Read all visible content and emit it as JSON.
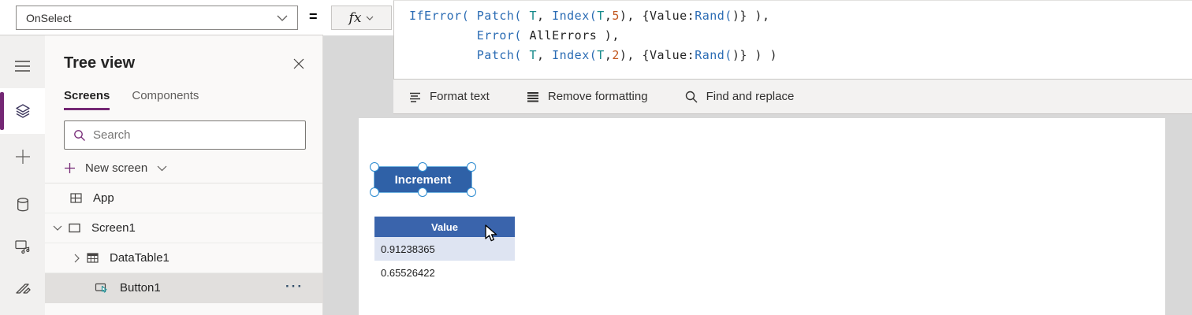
{
  "topbar": {
    "property": "OnSelect",
    "equals": "=",
    "fx_label": "fx"
  },
  "formula": {
    "lines": [
      [
        {
          "t": "IfError(",
          "c": "fn"
        },
        {
          "t": " ",
          "c": "pl"
        },
        {
          "t": "Patch(",
          "c": "fn"
        },
        {
          "t": " ",
          "c": "pl"
        },
        {
          "t": "T",
          "c": "ty"
        },
        {
          "t": ", ",
          "c": "pl"
        },
        {
          "t": "Index(",
          "c": "fn"
        },
        {
          "t": "T",
          "c": "ty"
        },
        {
          "t": ",",
          "c": "pl"
        },
        {
          "t": "5",
          "c": "nu"
        },
        {
          "t": "), {Value:",
          "c": "pl"
        },
        {
          "t": "Rand(",
          "c": "fn"
        },
        {
          "t": ")} ),",
          "c": "pl"
        }
      ],
      [
        {
          "t": "         ",
          "c": "pl"
        },
        {
          "t": "Error(",
          "c": "fn"
        },
        {
          "t": " AllErrors ),",
          "c": "pl"
        }
      ],
      [
        {
          "t": "         ",
          "c": "pl"
        },
        {
          "t": "Patch(",
          "c": "fn"
        },
        {
          "t": " ",
          "c": "pl"
        },
        {
          "t": "T",
          "c": "ty"
        },
        {
          "t": ", ",
          "c": "pl"
        },
        {
          "t": "Index(",
          "c": "fn"
        },
        {
          "t": "T",
          "c": "ty"
        },
        {
          "t": ",",
          "c": "pl"
        },
        {
          "t": "2",
          "c": "nu"
        },
        {
          "t": "), {Value:",
          "c": "pl"
        },
        {
          "t": "Rand(",
          "c": "fn"
        },
        {
          "t": ")} ) )",
          "c": "pl"
        }
      ]
    ]
  },
  "formula_toolbar": {
    "format_text": "Format text",
    "remove_formatting": "Remove formatting",
    "find_replace": "Find and replace"
  },
  "rail_icons": [
    "hamburger-menu",
    "tree-view-layers",
    "insert-plus",
    "data-sources",
    "media",
    "power-automate"
  ],
  "tree_panel": {
    "title": "Tree view",
    "tabs": [
      {
        "label": "Screens",
        "active": true
      },
      {
        "label": "Components",
        "active": false
      }
    ],
    "search_placeholder": "Search",
    "new_screen_label": "New screen",
    "items": [
      {
        "label": "App"
      },
      {
        "label": "Screen1"
      },
      {
        "label": "DataTable1"
      },
      {
        "label": "Button1",
        "ellipsis": "···",
        "selected": true
      }
    ]
  },
  "canvas": {
    "button_label": "Increment",
    "table": {
      "header": "Value",
      "rows": [
        "0.91238365",
        "0.65526422"
      ]
    }
  },
  "colors": {
    "accent_purple": "#742774",
    "button_fill": "#2f61a7",
    "table_header": "#3a64ac",
    "table_hover_row": "#dee4f2",
    "selection_handle": "#2a8ad0",
    "code_function": "#2b6cb4",
    "code_type": "#15898a",
    "code_number": "#c2571e"
  }
}
